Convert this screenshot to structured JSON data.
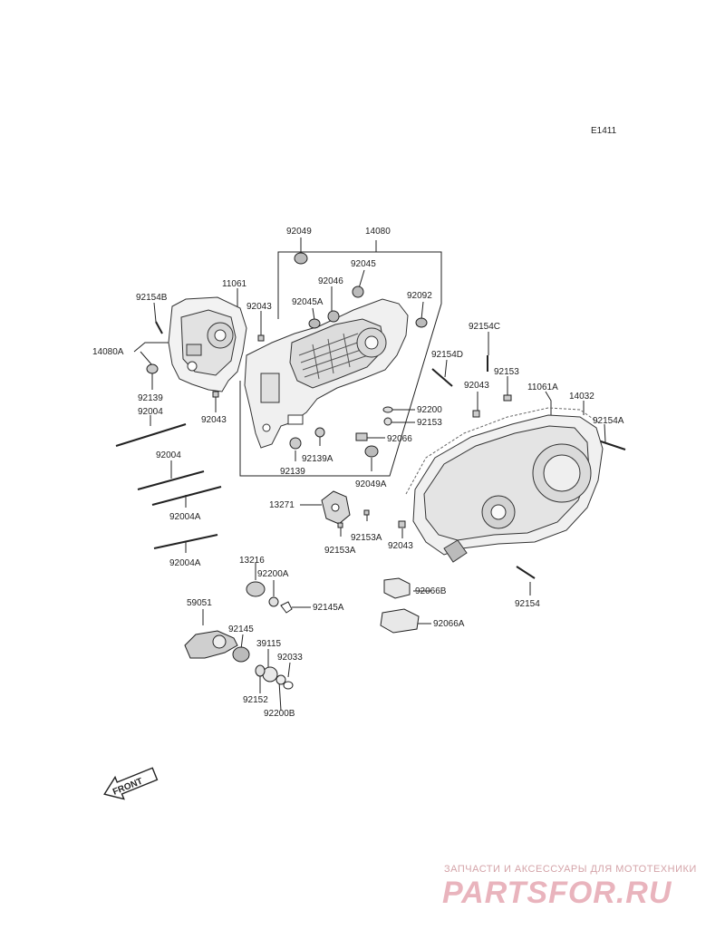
{
  "diagram_code": "E1411",
  "front_label": "FRONT",
  "watermark": {
    "tagline": "ЗАПЧАСТИ И АКСЕССУАРЫ ДЛЯ МОТОТЕХНИКИ",
    "brand": "PARTSFOR.RU"
  },
  "labels": {
    "p92049": "92049",
    "p14080": "14080",
    "p92045": "92045",
    "p92046": "92046",
    "p92045A": "92045A",
    "p92092": "92092",
    "p92154B": "92154B",
    "p11061": "11061",
    "p92043_a": "92043",
    "p14080A": "14080A",
    "p92139_a": "92139",
    "p92004_a": "92004",
    "p92043_b": "92043",
    "p92154C": "92154C",
    "p92154D": "92154D",
    "p92153_a": "92153",
    "p92043_c": "92043",
    "p11061A": "11061A",
    "p14032": "14032",
    "p92154A": "92154A",
    "p92200": "92200",
    "p92153_b": "92153",
    "p92066": "92066",
    "p92139A": "92139A",
    "p92139_b": "92139",
    "p92049A": "92049A",
    "p92004_b": "92004",
    "p92004A_a": "92004A",
    "p92004A_b": "92004A",
    "p13271": "13271",
    "p92153A_a": "92153A",
    "p92153A_b": "92153A",
    "p92043_d": "92043",
    "p13216": "13216",
    "p92200A": "92200A",
    "p92145A": "92145A",
    "p92066B": "92066B",
    "p92154": "92154",
    "p92066A": "92066A",
    "p59051": "59051",
    "p92145": "92145",
    "p39115": "39115",
    "p92033": "92033",
    "p92152": "92152",
    "p92200B": "92200B"
  }
}
